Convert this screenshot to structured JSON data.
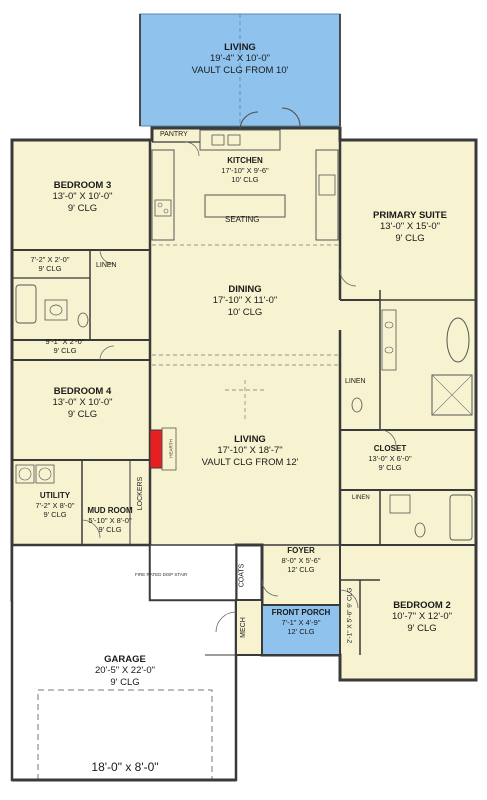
{
  "rooms": {
    "living_patio": {
      "name": "LIVING",
      "dims": "19'-4\" X 10'-0\"",
      "ceiling": "VAULT CLG FROM 10'"
    },
    "kitchen": {
      "name": "KITCHEN",
      "dims": "17'-10\" X 9'-6\"",
      "ceiling": "10' CLG"
    },
    "pantry": {
      "name": "PANTRY"
    },
    "seating": {
      "name": "SEATING"
    },
    "bedroom3": {
      "name": "BEDROOM 3",
      "dims": "13'-0\" X 10'-0\"",
      "ceiling": "9' CLG"
    },
    "closet_b3": {
      "dims": "7'-2\" X 2'-0\"",
      "ceiling": "9' CLG"
    },
    "linen_bath": {
      "name": "LINEN"
    },
    "closet_b4": {
      "dims": "9'-1\" X 2'-0\"",
      "ceiling": "9' CLG"
    },
    "dining": {
      "name": "DINING",
      "dims": "17'-10\" X 11'-0\"",
      "ceiling": "10' CLG"
    },
    "primary": {
      "name": "PRIMARY SUITE",
      "dims": "13'-0\" X 15'-0\"",
      "ceiling": "9' CLG"
    },
    "linen_primary": {
      "name": "LINEN"
    },
    "bedroom4": {
      "name": "BEDROOM 4",
      "dims": "13'-0\" X 10'-0\"",
      "ceiling": "9' CLG"
    },
    "living": {
      "name": "LIVING",
      "dims": "17'-10\" X 18'-7\"",
      "ceiling": "VAULT CLG FROM 12'"
    },
    "closet": {
      "name": "CLOSET",
      "dims": "13'-0\" X 6'-0\"",
      "ceiling": "9' CLG"
    },
    "linen_b2": {
      "name": "LINEN"
    },
    "utility": {
      "name": "UTILITY",
      "dims": "7'-2\" X 8'-0\"",
      "ceiling": "9' CLG"
    },
    "mudroom": {
      "name": "MUD ROOM",
      "dims": "5'-10\" X 8'-0\"",
      "ceiling": "9' CLG"
    },
    "lockers": {
      "name": "LOCKERS"
    },
    "foyer": {
      "name": "FOYER",
      "dims": "8'-0\" X 5'-6\"",
      "ceiling": "12' CLG"
    },
    "coats": {
      "name": "COATS"
    },
    "mech": {
      "name": "MECH"
    },
    "front_porch": {
      "name": "FRONT PORCH",
      "dims": "7'-1\" X 4'-9\"",
      "ceiling": "12' CLG"
    },
    "closet_b2": {
      "dims": "2'-1\" X 5'-6\"",
      "ceiling": "9' CLG"
    },
    "bedroom2": {
      "name": "BEDROOM 2",
      "dims": "10'-7\" X 12'-0\"",
      "ceiling": "9' CLG"
    },
    "garage": {
      "name": "GARAGE",
      "dims": "20'-5\" X 22'-0\"",
      "ceiling": "9' CLG"
    }
  },
  "notes": {
    "stair": "FIRE RATED DISP STAIR",
    "garage_door": "18'-0\" x 8'-0\"",
    "hearth": "HEARTH"
  },
  "colors": {
    "floor": "#f7f3d0",
    "blue": "#8fc3ee",
    "wall": "#3a3a3a",
    "fire": "#e62020"
  }
}
